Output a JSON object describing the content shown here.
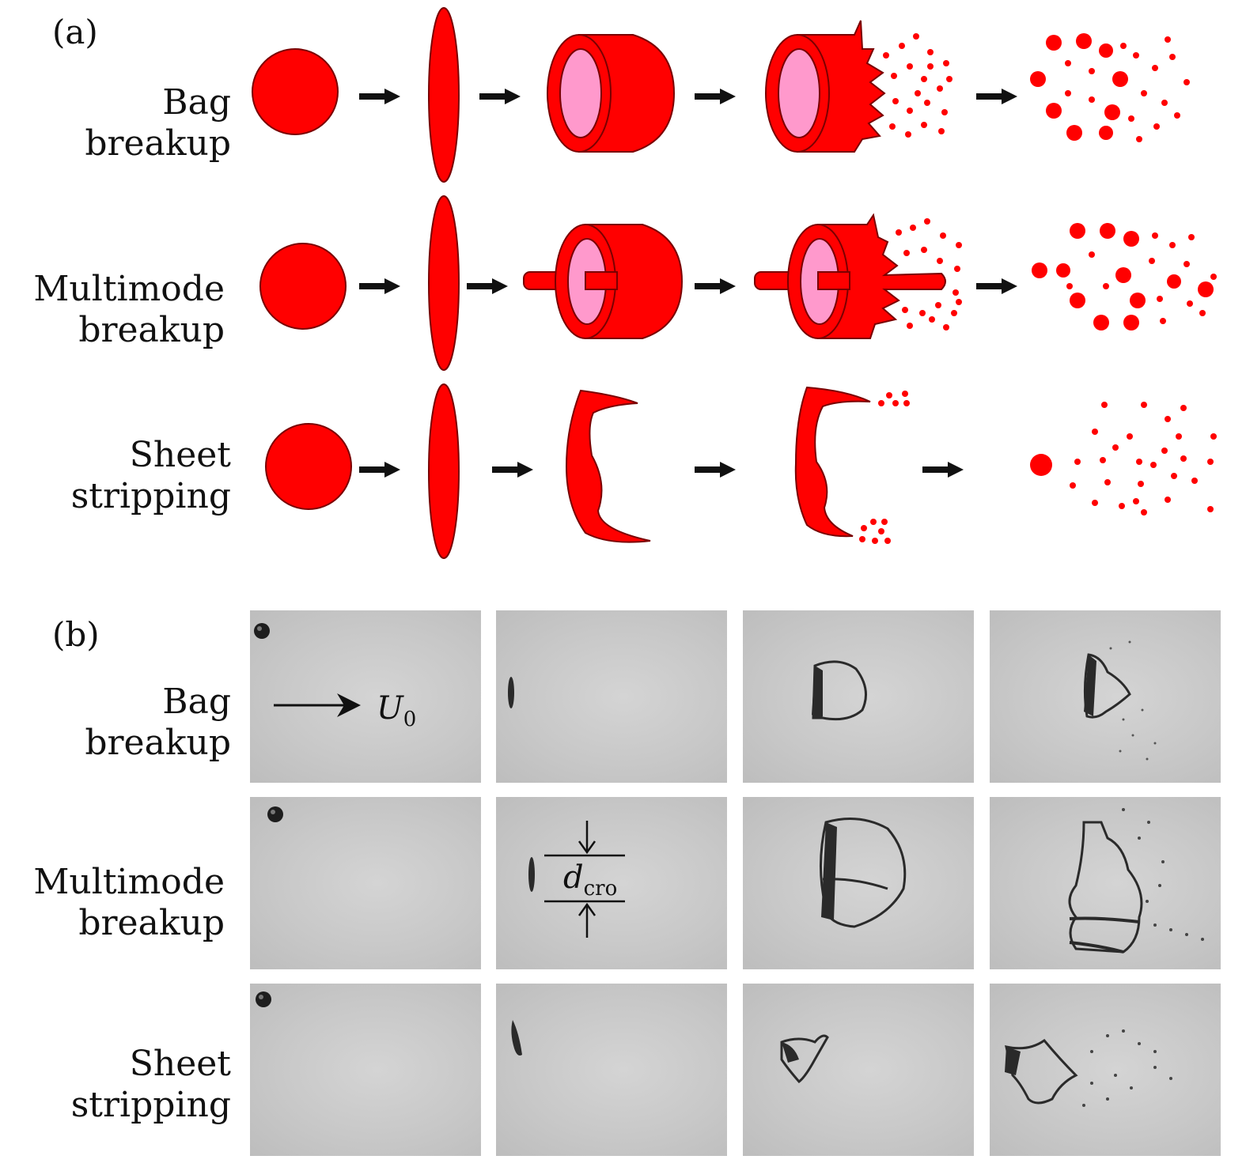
{
  "panel_a": {
    "tag": "(a)",
    "rows": [
      {
        "line1": "Bag",
        "line2": "breakup"
      },
      {
        "line1": "Multimode",
        "line2": "breakup"
      },
      {
        "line1": "Sheet",
        "line2": "stripping"
      }
    ]
  },
  "panel_b": {
    "tag": "(b)",
    "rows": [
      {
        "line1": "Bag",
        "line2": "breakup"
      },
      {
        "line1": "Multimode",
        "line2": "breakup"
      },
      {
        "line1": "Sheet",
        "line2": "stripping"
      }
    ],
    "velocity_label": "U",
    "velocity_sub": "0",
    "diameter_label": "d",
    "diameter_sub": "cro"
  },
  "colors": {
    "droplet": "#ff0000",
    "droplet_outline": "#7a0000",
    "bag_interior": "#ff99cc",
    "arrow": "#111111",
    "photo_bg": "#c8c8c8",
    "liquid_dark": "#1e1e1e"
  }
}
